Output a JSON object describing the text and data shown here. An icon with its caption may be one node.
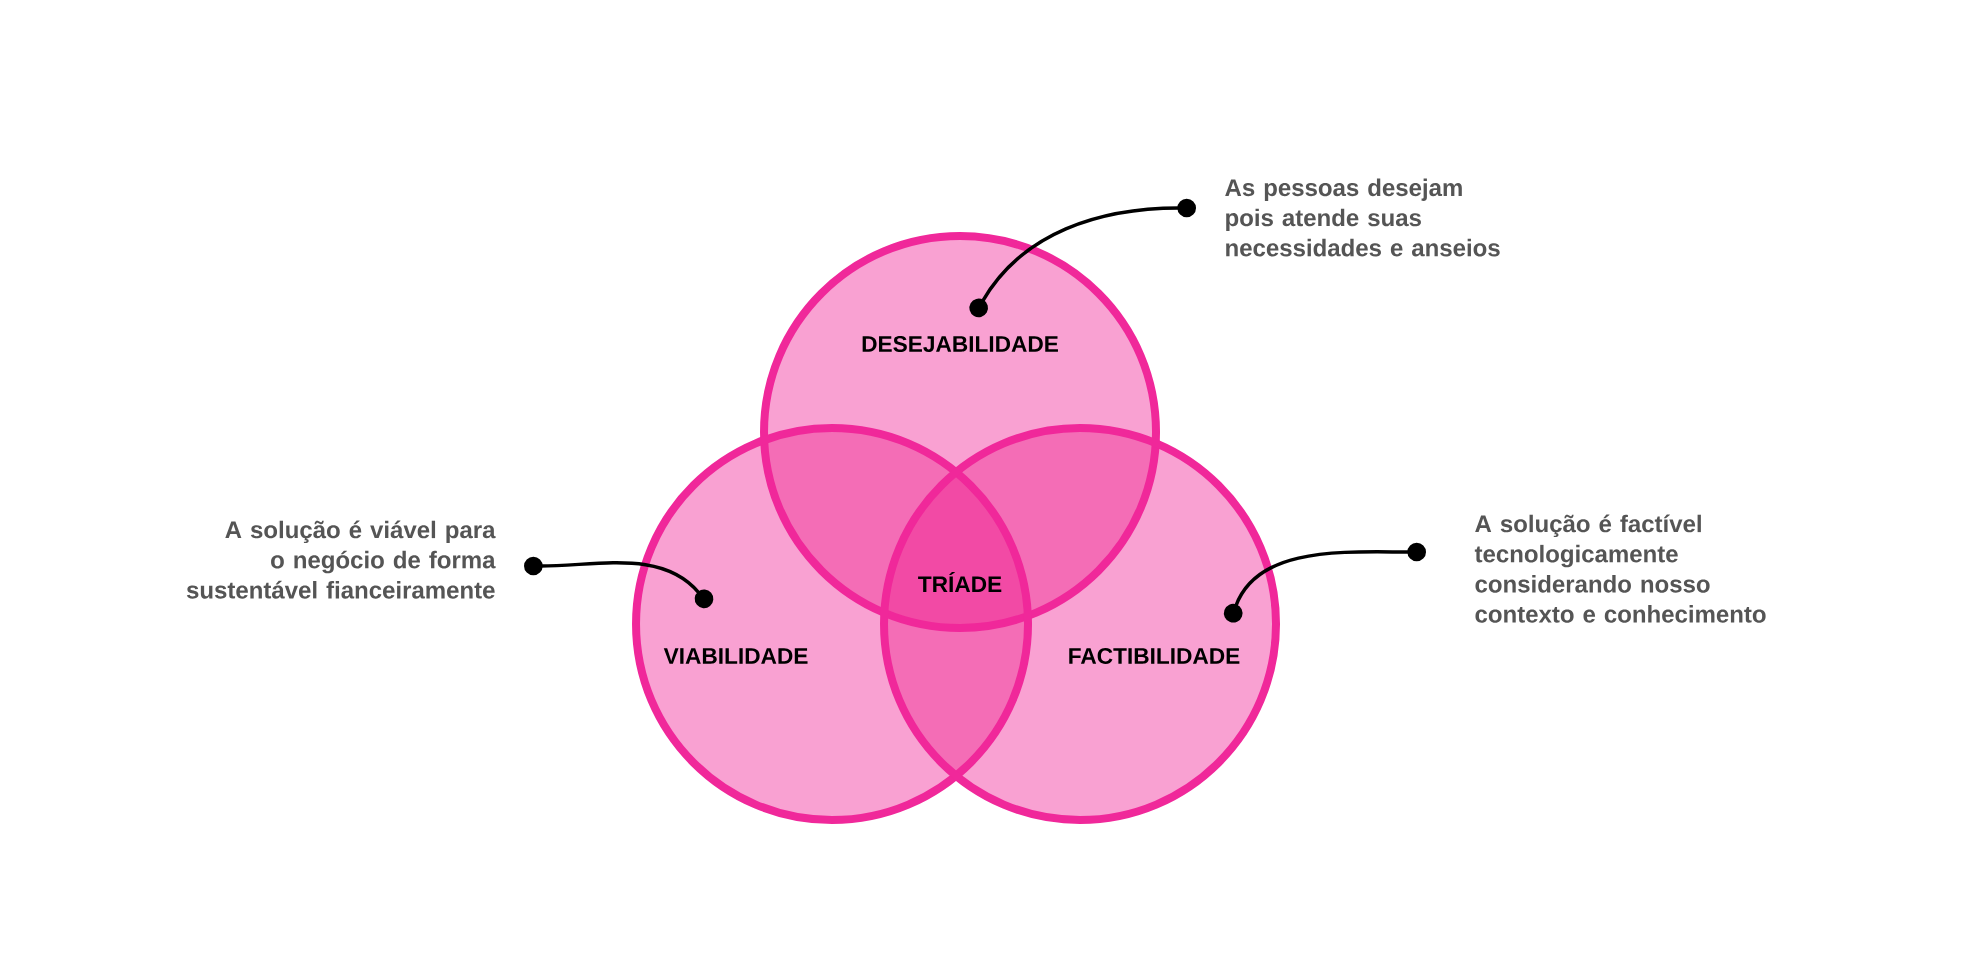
{
  "diagram": {
    "nodes": [
      {
        "text": [
          "DESEJABILIDADE"
        ]
      },
      {
        "text": [
          "VIABILIDADE"
        ]
      },
      {
        "text": [
          "FACTIBILIDADE"
        ]
      },
      {
        "text": [
          "As pessoas desejam pois atende suas necessidades e anseios"
        ]
      },
      {
        "text": [
          "A solução é viável para o negócio de forma sustentável fianceiramente"
        ]
      },
      {
        "text": [
          "A solução é factível tecnologicamente considerando nosso contexto e conhecimento"
        ]
      }
    ],
    "edges": [
      {
        "from": 3,
        "to": 0,
        "arrow": "other"
      },
      {
        "from": 4,
        "to": 1,
        "arrow": "other"
      },
      {
        "from": 5,
        "to": 2,
        "arrow": "other"
      }
    ],
    "labels": [
      "TRÍADE"
    ]
  }
}
